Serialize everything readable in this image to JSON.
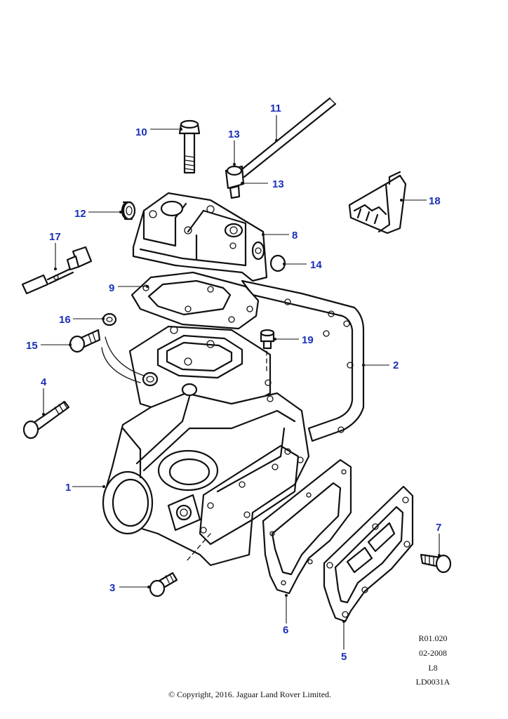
{
  "callouts": {
    "c1": "1",
    "c2": "2",
    "c3": "3",
    "c4": "4",
    "c5": "5",
    "c6": "6",
    "c7": "7",
    "c8": "8",
    "c9": "9",
    "c10": "10",
    "c11": "11",
    "c12": "12",
    "c13a": "13",
    "c13b": "13",
    "c14": "14",
    "c15": "15",
    "c16": "16",
    "c17": "17",
    "c18": "18",
    "c19": "19"
  },
  "reference": {
    "code": "R01.020",
    "date": "02-2008",
    "level": "L8",
    "drawing": "LD0031A"
  },
  "footer": {
    "copyright": "© Copyright, 2016. Jaguar Land Rover Limited."
  },
  "colors": {
    "callout": "#1a2fb8",
    "line": "#111111"
  }
}
